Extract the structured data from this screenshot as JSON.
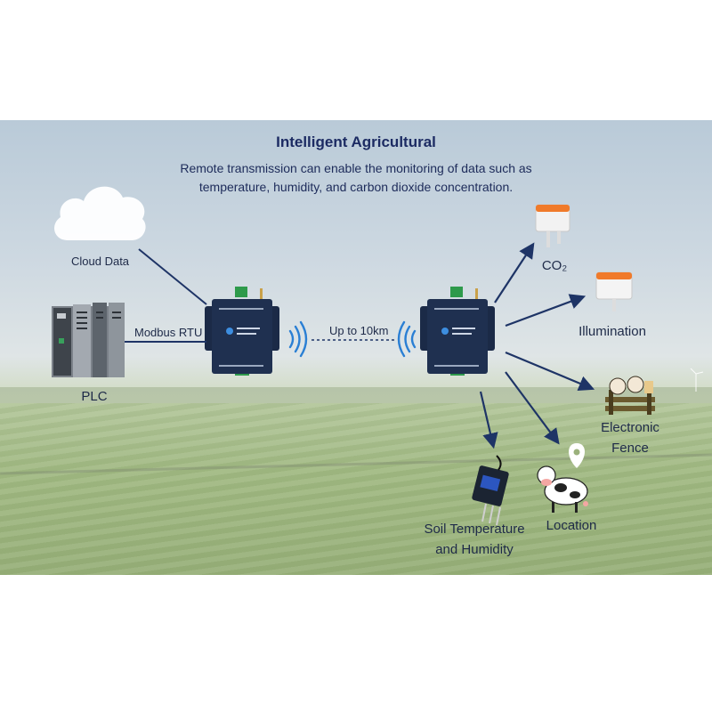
{
  "header": {
    "title": "Intelligent Agricultural",
    "subtitle_line1": "Remote transmission can enable the monitoring of data such as",
    "subtitle_line2": "temperature, humidity, and carbon dioxide concentration."
  },
  "nodes": {
    "cloud_label": "Cloud Data",
    "plc_label": "PLC",
    "link_modbus": "Modbus RTU",
    "link_range": "Up to 10km",
    "co2_label": "CO₂",
    "illumination_label": "Illumination",
    "fence_label_line1": "Electronic",
    "fence_label_line2": "Fence",
    "location_label": "Location",
    "soil_label_line1": "Soil Temperature",
    "soil_label_line2": "and Humidity"
  },
  "colors": {
    "arrow": "#1e3466",
    "gateway": "#1b2a47",
    "wifi": "#2a7fd4"
  }
}
